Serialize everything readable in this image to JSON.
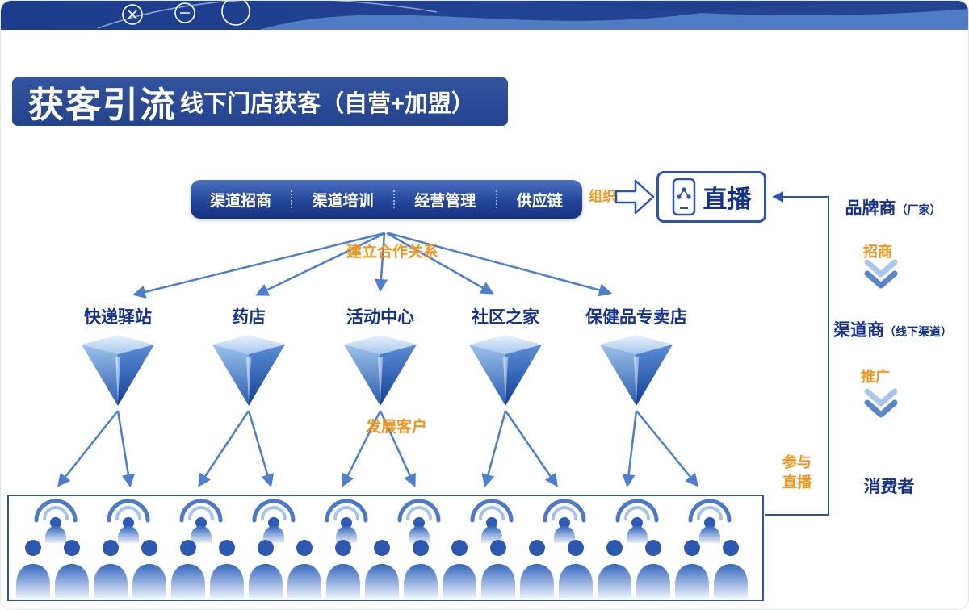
{
  "window": {
    "controls": [
      {
        "name": "close",
        "glyph": "×"
      },
      {
        "name": "minimize",
        "glyph": "−"
      },
      {
        "name": "circle",
        "glyph": ""
      }
    ]
  },
  "title": {
    "main": "获客引流",
    "subtitle": "线下门店获客（自营+加盟）"
  },
  "pipeline": {
    "items": [
      "渠道招商",
      "渠道培训",
      "经营管理",
      "供应链"
    ]
  },
  "flow_labels": {
    "organize": "组织",
    "build_cooperation": "建立合作关系",
    "develop_customers": "发展客户",
    "join_live_line1": "参与",
    "join_live_line2": "直播"
  },
  "live_box": {
    "label": "直播"
  },
  "stores": [
    {
      "label": "快递驿站"
    },
    {
      "label": "药店"
    },
    {
      "label": "活动中心"
    },
    {
      "label": "社区之家"
    },
    {
      "label": "保健品专卖店"
    }
  ],
  "right_chain": {
    "brand": "品牌商",
    "brand_note": "（厂家）",
    "invest": "招商",
    "channel": "渠道商",
    "channel_note": "（线下渠道）",
    "promote": "推广",
    "consumer": "消费者"
  },
  "colors": {
    "navy": "#15318c",
    "blue": "#2b55b0",
    "orange": "#f7941d",
    "arrow_blue": "#4d7fce"
  }
}
